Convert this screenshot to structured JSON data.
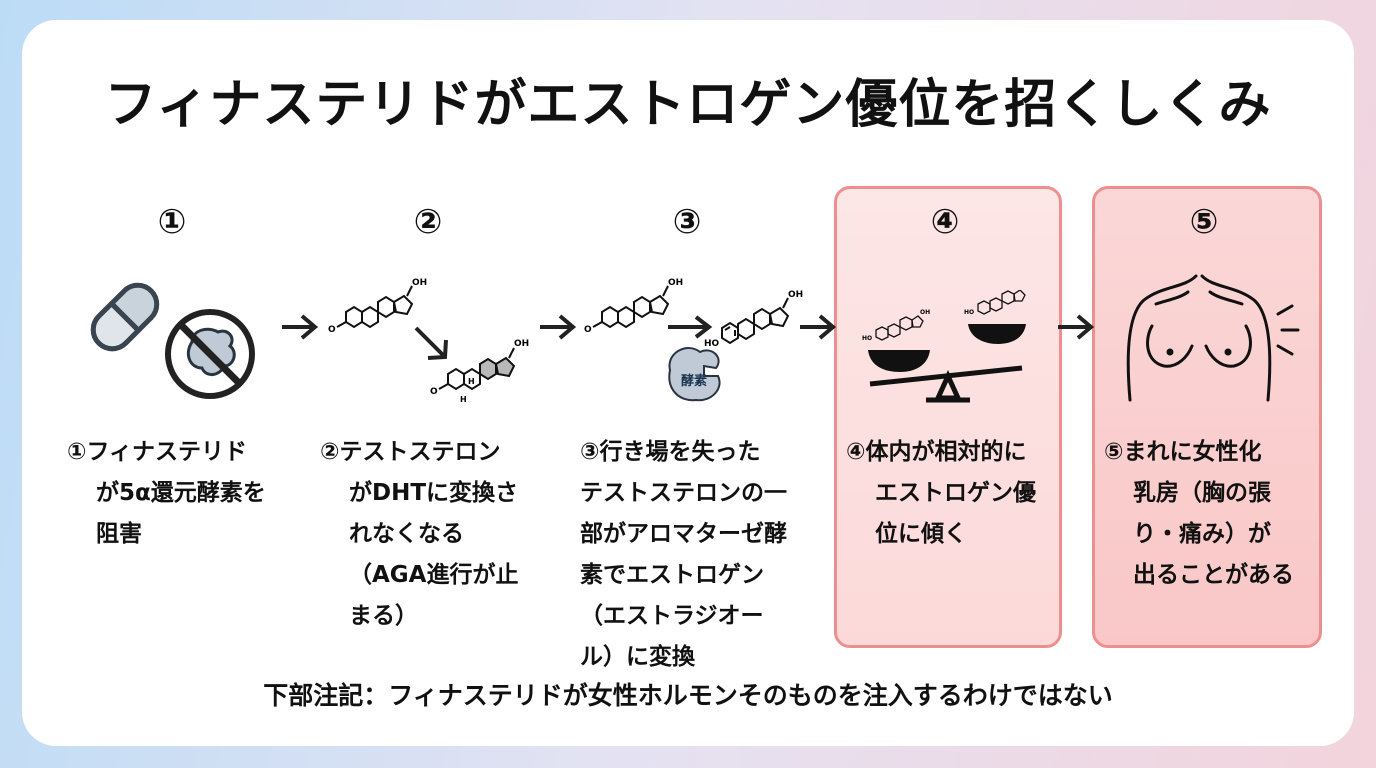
{
  "title": "フィナステリドがエストロゲン優位を招くしくみ",
  "steps": [
    {
      "num": "①",
      "lines": [
        "①フィナステリド",
        "が5α還元酵素を",
        "阻害"
      ]
    },
    {
      "num": "②",
      "lines": [
        "②テストステロン",
        "がDHTに変換さ",
        "れなくなる",
        "（AGA進行が止",
        "まる）"
      ]
    },
    {
      "num": "③",
      "lines": [
        "③行き場を失った",
        "テストステロンの一",
        "部がアロマターゼ酵",
        "素でエストロゲン",
        "（エストラジオー",
        "ル）に変換"
      ]
    },
    {
      "num": "④",
      "lines": [
        "④体内が相対的に",
        "エストロゲン優",
        "位に傾く"
      ]
    },
    {
      "num": "⑤",
      "lines": [
        "⑤まれに女性化",
        "乳房（胸の張",
        "り・痛み）が",
        "出ることがある"
      ]
    }
  ],
  "molecule_labels": {
    "oh": "OH",
    "o": "O",
    "ho": "HO",
    "h": "H"
  },
  "enzyme_label": "酵素",
  "footer": "下部注記：フィナステリドが女性ホルモンそのものを注入するわけではない",
  "colors": {
    "panel_border": "#ee8f8f",
    "panel_fill": "#fde6e6",
    "pill_fill": "#c9d3dc",
    "enzyme_fill": "#bfcad6"
  }
}
